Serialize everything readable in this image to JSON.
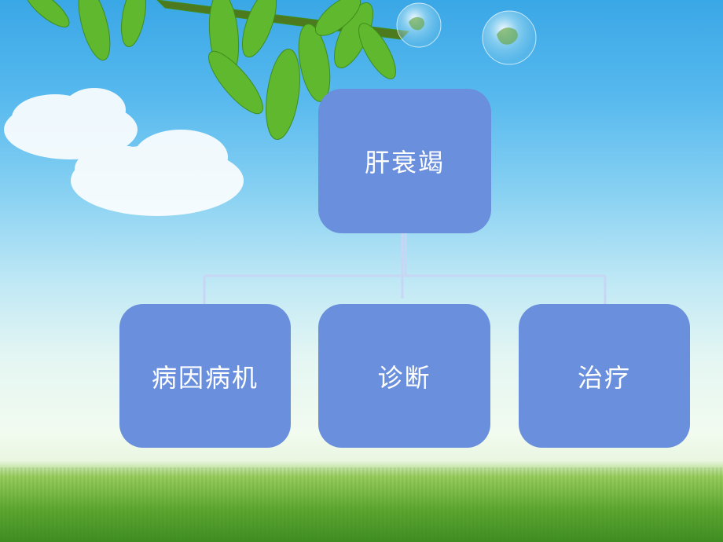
{
  "diagram": {
    "root": {
      "label": "肝衰竭"
    },
    "children": [
      {
        "label": "病因病机"
      },
      {
        "label": "诊断"
      },
      {
        "label": "治疗"
      }
    ]
  },
  "colors": {
    "node_fill": "#6a8fdc",
    "connector": "#c8d6f5",
    "text": "#ffffff"
  }
}
